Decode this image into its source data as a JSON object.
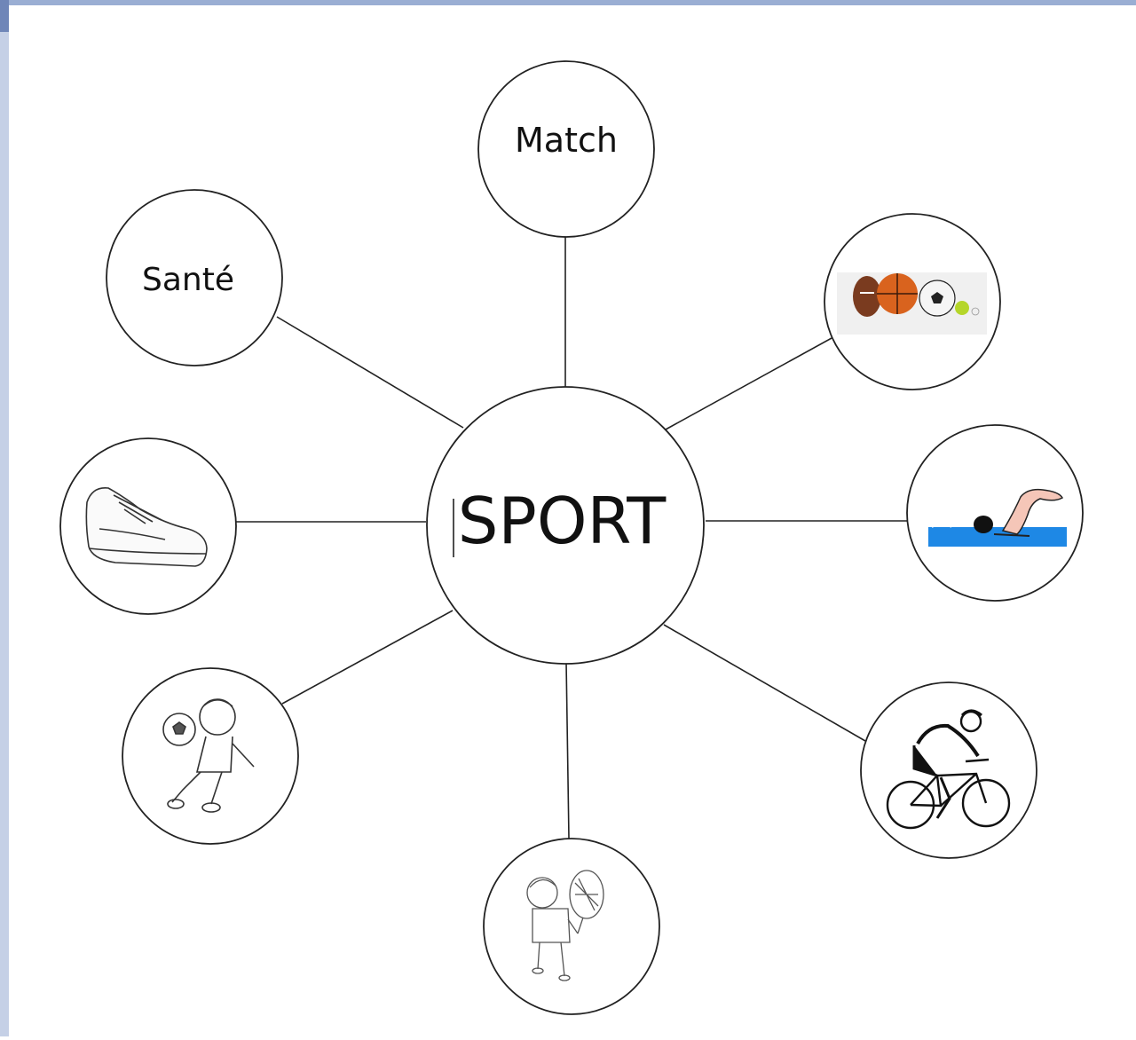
{
  "diagram": {
    "center": {
      "label": "SPORT"
    },
    "nodes": [
      {
        "id": "match",
        "label": "Match"
      },
      {
        "id": "sante",
        "label": "Santé"
      },
      {
        "id": "balls",
        "icon": "sports-balls-image"
      },
      {
        "id": "swimmer",
        "icon": "swimmer-image"
      },
      {
        "id": "sneaker",
        "icon": "sneaker-image"
      },
      {
        "id": "football-kid",
        "icon": "football-kid-image"
      },
      {
        "id": "tennis-kid",
        "icon": "tennis-kid-image"
      },
      {
        "id": "cyclist",
        "icon": "cyclist-image"
      }
    ]
  },
  "colors": {
    "page": "#ffffff",
    "ink": "#222222",
    "accent_bar": "#9aaed3",
    "water": "#1e88e5"
  }
}
